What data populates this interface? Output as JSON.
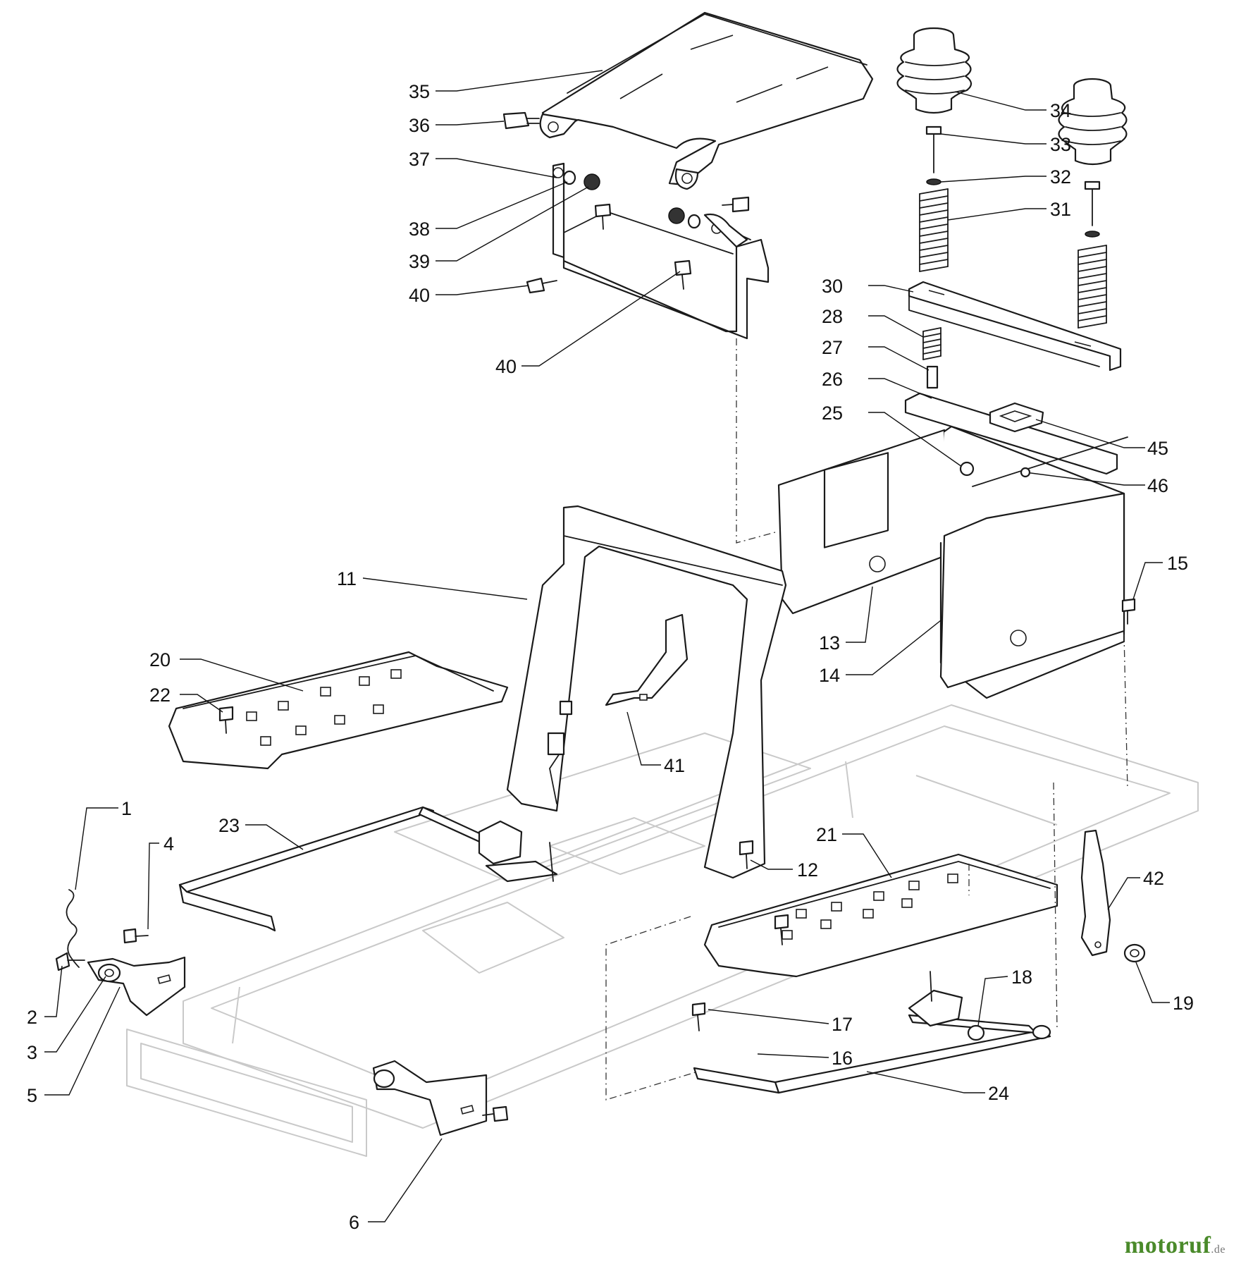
{
  "diagram": {
    "callouts": [
      {
        "label": "1"
      },
      {
        "label": "2"
      },
      {
        "label": "3"
      },
      {
        "label": "4"
      },
      {
        "label": "5"
      },
      {
        "label": "6"
      },
      {
        "label": "11"
      },
      {
        "label": "12"
      },
      {
        "label": "13"
      },
      {
        "label": "14"
      },
      {
        "label": "15"
      },
      {
        "label": "16"
      },
      {
        "label": "17"
      },
      {
        "label": "18"
      },
      {
        "label": "19"
      },
      {
        "label": "20"
      },
      {
        "label": "21"
      },
      {
        "label": "22"
      },
      {
        "label": "23"
      },
      {
        "label": "24"
      },
      {
        "label": "25"
      },
      {
        "label": "26"
      },
      {
        "label": "27"
      },
      {
        "label": "28"
      },
      {
        "label": "30"
      },
      {
        "label": "31"
      },
      {
        "label": "32"
      },
      {
        "label": "33"
      },
      {
        "label": "34"
      },
      {
        "label": "35"
      },
      {
        "label": "36"
      },
      {
        "label": "37"
      },
      {
        "label": "38"
      },
      {
        "label": "39"
      },
      {
        "label": "40"
      },
      {
        "label": "40"
      },
      {
        "label": "41"
      },
      {
        "label": "42"
      },
      {
        "label": "45"
      },
      {
        "label": "46"
      }
    ]
  },
  "watermark": {
    "name": "motoruf",
    "tld": ".de"
  }
}
